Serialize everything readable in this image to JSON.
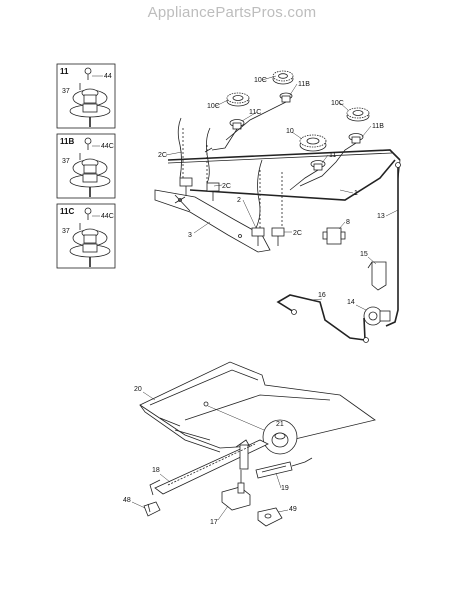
{
  "watermark": "AppliancePartsPros.com",
  "insets": [
    {
      "title": "11",
      "labels": [
        "44",
        "37"
      ]
    },
    {
      "title": "11B",
      "labels": [
        "44C",
        "37"
      ]
    },
    {
      "title": "11C",
      "labels": [
        "44C",
        "37"
      ]
    }
  ],
  "callouts": {
    "c10c_a": "10C",
    "c11b_a": "11B",
    "c10c_b": "10C",
    "c11c_a": "11C",
    "c10c_c": "10C",
    "c11b_b": "11B",
    "c10": "10",
    "c11": "11",
    "c2c_a": "2C",
    "c2c_b": "2C",
    "c2c_c": "2C",
    "c2": "2",
    "c3": "3",
    "c1": "1",
    "c8": "8",
    "c13": "13",
    "c15": "15",
    "c16": "16",
    "c14": "14",
    "c20": "20",
    "c21": "21",
    "c18": "18",
    "c19": "19",
    "c48": "48",
    "c17": "17",
    "c49": "49"
  }
}
